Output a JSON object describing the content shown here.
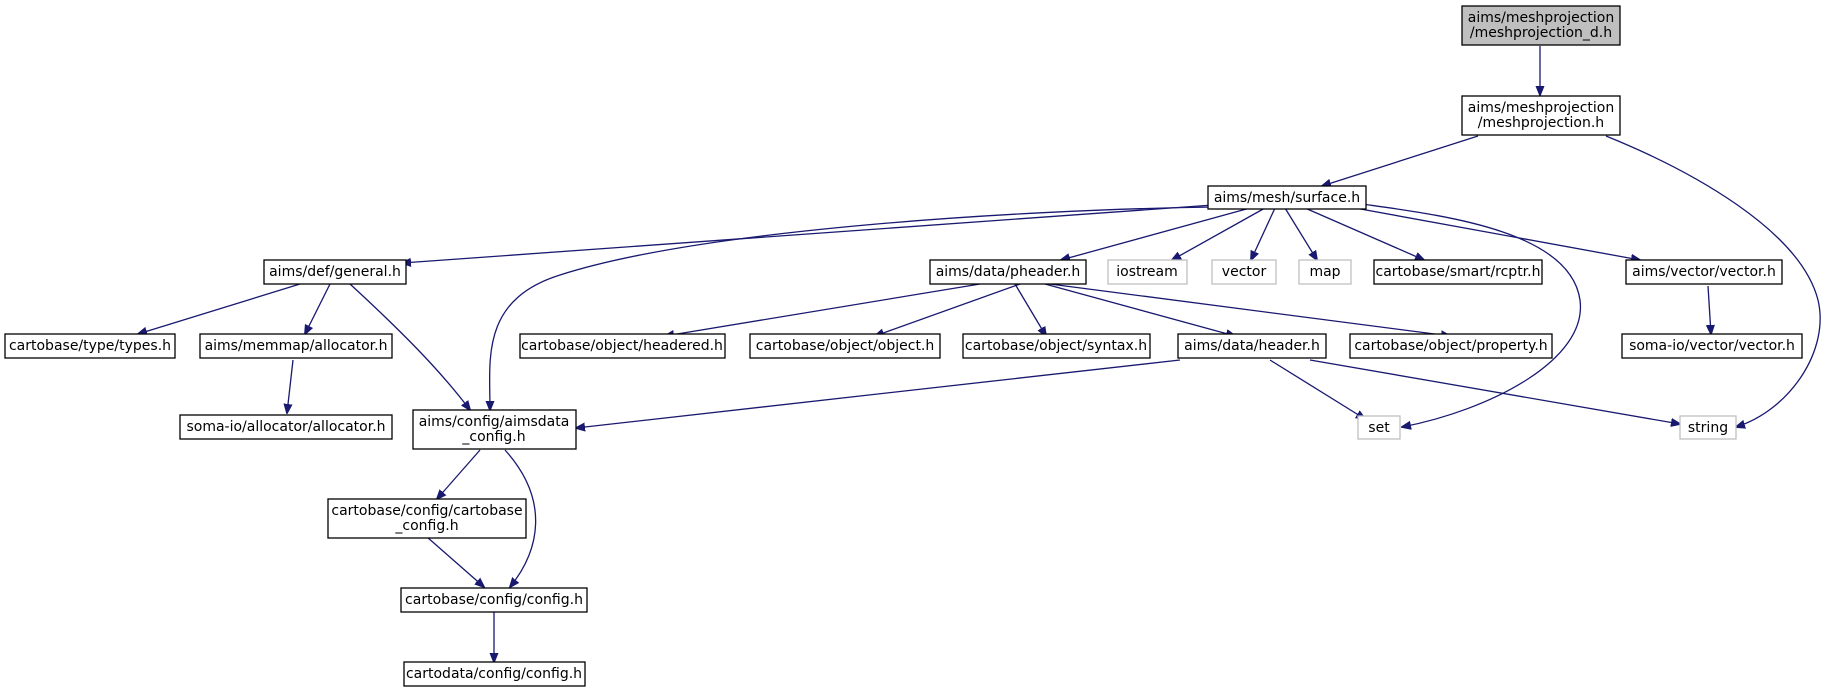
{
  "colors": {
    "edge": "#191970",
    "root_fill": "#bfbfbf",
    "external_border": "#bfbfbf"
  },
  "nodes": [
    {
      "id": "n_root",
      "label": [
        "aims/meshprojection",
        "/meshprojection_d.h"
      ],
      "kind": "root"
    },
    {
      "id": "n_meshproj",
      "label": [
        "aims/meshprojection",
        "/meshprojection.h"
      ],
      "kind": "file"
    },
    {
      "id": "n_surface",
      "label": [
        "aims/mesh/surface.h"
      ],
      "kind": "file"
    },
    {
      "id": "n_general",
      "label": [
        "aims/def/general.h"
      ],
      "kind": "file"
    },
    {
      "id": "n_pheader",
      "label": [
        "aims/data/pheader.h"
      ],
      "kind": "file"
    },
    {
      "id": "n_iostream",
      "label": [
        "iostream"
      ],
      "kind": "sys"
    },
    {
      "id": "n_vector",
      "label": [
        "vector"
      ],
      "kind": "sys"
    },
    {
      "id": "n_map",
      "label": [
        "map"
      ],
      "kind": "sys"
    },
    {
      "id": "n_rcptr",
      "label": [
        "cartobase/smart/rcptr.h"
      ],
      "kind": "file"
    },
    {
      "id": "n_aimsvector",
      "label": [
        "aims/vector/vector.h"
      ],
      "kind": "file"
    },
    {
      "id": "n_types",
      "label": [
        "cartobase/type/types.h"
      ],
      "kind": "file"
    },
    {
      "id": "n_allocator",
      "label": [
        "aims/memmap/allocator.h"
      ],
      "kind": "file"
    },
    {
      "id": "n_headered",
      "label": [
        "cartobase/object/headered.h"
      ],
      "kind": "file"
    },
    {
      "id": "n_object",
      "label": [
        "cartobase/object/object.h"
      ],
      "kind": "file"
    },
    {
      "id": "n_syntax",
      "label": [
        "cartobase/object/syntax.h"
      ],
      "kind": "file"
    },
    {
      "id": "n_header",
      "label": [
        "aims/data/header.h"
      ],
      "kind": "file"
    },
    {
      "id": "n_property",
      "label": [
        "cartobase/object/property.h"
      ],
      "kind": "file"
    },
    {
      "id": "n_somavector",
      "label": [
        "soma-io/vector/vector.h"
      ],
      "kind": "file"
    },
    {
      "id": "n_somaalloc",
      "label": [
        "soma-io/allocator/allocator.h"
      ],
      "kind": "file"
    },
    {
      "id": "n_aimsdata",
      "label": [
        "aims/config/aimsdata",
        "_config.h"
      ],
      "kind": "file"
    },
    {
      "id": "n_set",
      "label": [
        "set"
      ],
      "kind": "sys"
    },
    {
      "id": "n_string",
      "label": [
        "string"
      ],
      "kind": "sys"
    },
    {
      "id": "n_cartocfg",
      "label": [
        "cartobase/config/cartobase",
        "_config.h"
      ],
      "kind": "file"
    },
    {
      "id": "n_config",
      "label": [
        "cartobase/config/config.h"
      ],
      "kind": "file"
    },
    {
      "id": "n_cartodata",
      "label": [
        "cartodata/config/config.h"
      ],
      "kind": "file"
    }
  ],
  "edges": [
    [
      "n_root",
      "n_meshproj"
    ],
    [
      "n_meshproj",
      "n_surface"
    ],
    [
      "n_meshproj",
      "n_string"
    ],
    [
      "n_surface",
      "n_general"
    ],
    [
      "n_surface",
      "n_aimsdata"
    ],
    [
      "n_surface",
      "n_pheader"
    ],
    [
      "n_surface",
      "n_iostream"
    ],
    [
      "n_surface",
      "n_vector"
    ],
    [
      "n_surface",
      "n_map"
    ],
    [
      "n_surface",
      "n_rcptr"
    ],
    [
      "n_surface",
      "n_aimsvector"
    ],
    [
      "n_surface",
      "n_set"
    ],
    [
      "n_general",
      "n_types"
    ],
    [
      "n_general",
      "n_allocator"
    ],
    [
      "n_general",
      "n_aimsdata"
    ],
    [
      "n_allocator",
      "n_somaalloc"
    ],
    [
      "n_pheader",
      "n_headered"
    ],
    [
      "n_pheader",
      "n_object"
    ],
    [
      "n_pheader",
      "n_syntax"
    ],
    [
      "n_pheader",
      "n_header"
    ],
    [
      "n_pheader",
      "n_property"
    ],
    [
      "n_header",
      "n_aimsdata"
    ],
    [
      "n_header",
      "n_set"
    ],
    [
      "n_header",
      "n_string"
    ],
    [
      "n_aimsvector",
      "n_somavector"
    ],
    [
      "n_aimsdata",
      "n_cartocfg"
    ],
    [
      "n_aimsdata",
      "n_config"
    ],
    [
      "n_cartocfg",
      "n_config"
    ],
    [
      "n_config",
      "n_cartodata"
    ]
  ]
}
